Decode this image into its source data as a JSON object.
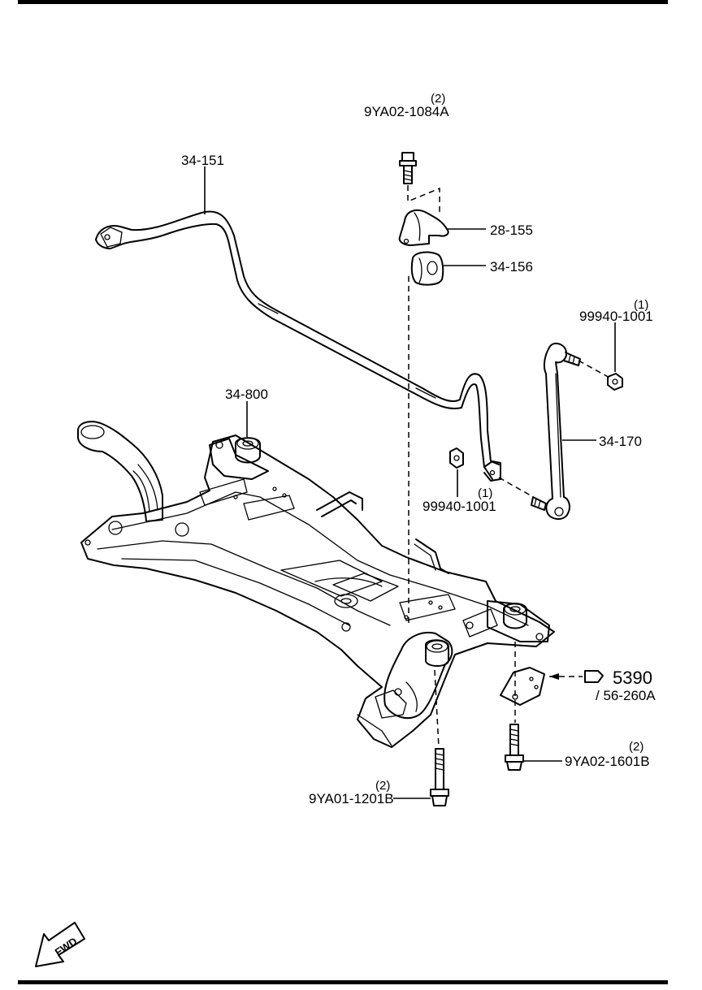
{
  "diagram": {
    "callouts": {
      "bolt_top": {
        "qty": "(2)",
        "part": "9YA02-1084A"
      },
      "stabilizer_bar": {
        "part": "34-151"
      },
      "bracket": {
        "part": "28-155"
      },
      "bushing": {
        "part": "34-156"
      },
      "nut_right": {
        "qty": "(1)",
        "part": "99940-1001"
      },
      "link": {
        "part": "34-170"
      },
      "mount": {
        "part": "34-800"
      },
      "nut_left": {
        "qty": "(1)",
        "part": "99940-1001"
      },
      "ref": {
        "part": "5390",
        "sub": "/ 56-260A"
      },
      "bolt_right": {
        "qty": "(2)",
        "part": "9YA02-1601B"
      },
      "bolt_bottom": {
        "qty": "(2)",
        "part": "9YA01-1201B"
      }
    },
    "fwd_label": "FWD"
  }
}
